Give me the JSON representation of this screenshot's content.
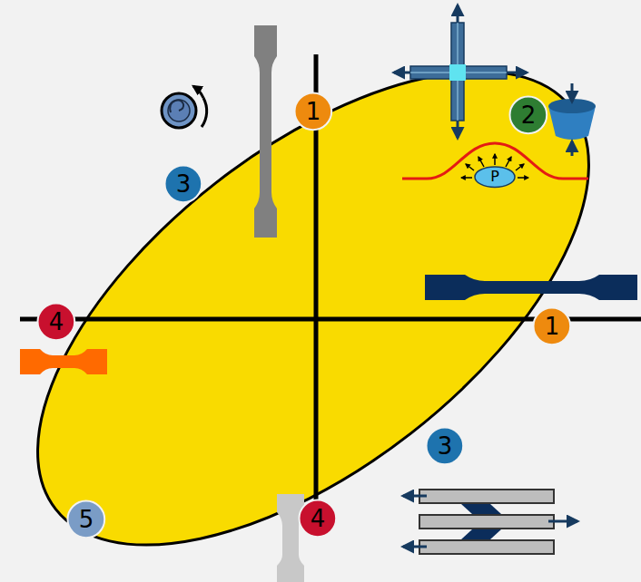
{
  "diagram": {
    "nodes": [
      {
        "text": [
          "1"
        ]
      },
      {
        "text": [
          "2"
        ]
      },
      {
        "text": [
          "P"
        ]
      },
      {
        "text": [
          "3"
        ]
      },
      {
        "text": [
          "4"
        ]
      },
      {
        "text": [
          "1"
        ]
      },
      {
        "text": [
          "3"
        ]
      },
      {
        "text": [
          "5"
        ]
      },
      {
        "text": [
          "4"
        ]
      }
    ]
  }
}
